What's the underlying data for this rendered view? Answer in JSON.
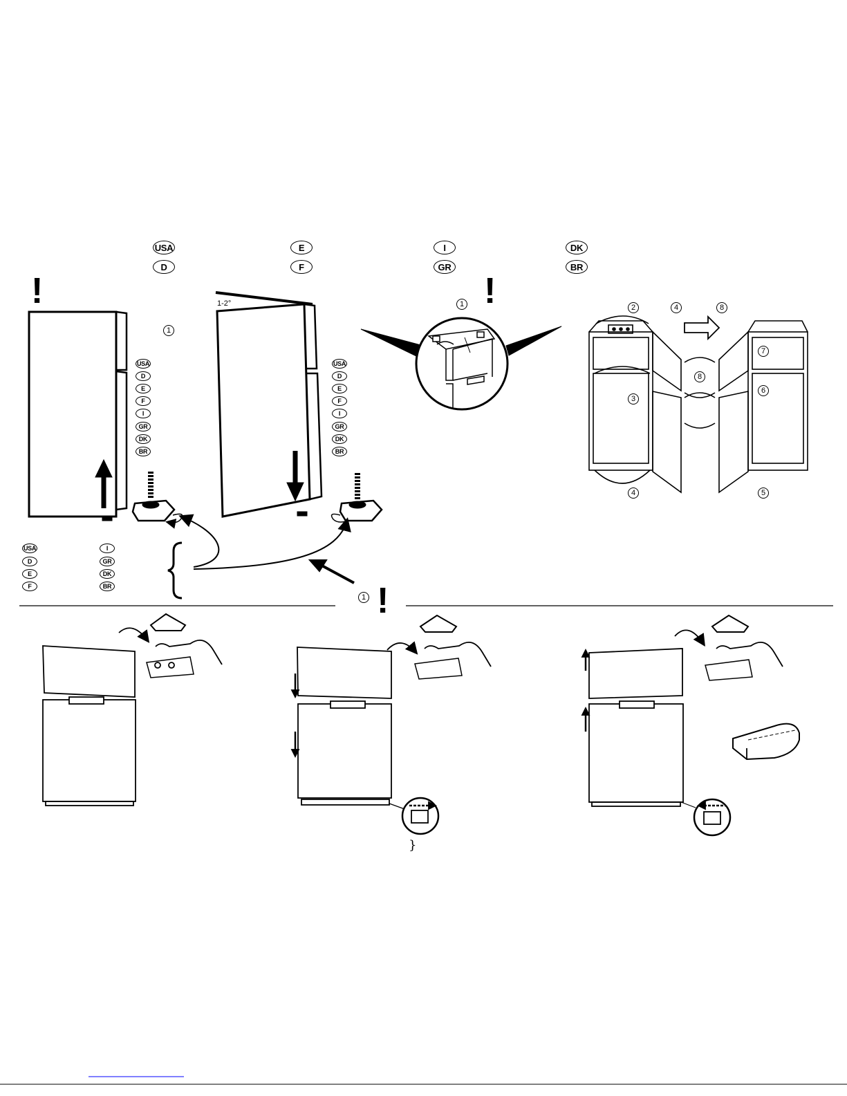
{
  "top_languages": {
    "row1": [
      "USA",
      "E",
      "I",
      "DK"
    ],
    "row2": [
      "D",
      "F",
      "GR",
      "BR"
    ]
  },
  "side_languages": [
    "USA",
    "D",
    "E",
    "F",
    "I",
    "GR",
    "DK",
    "BR"
  ],
  "bottom_languages": {
    "col1": [
      "USA",
      "D",
      "E",
      "F"
    ],
    "col2": [
      "I",
      "GR",
      "DK",
      "BR"
    ]
  },
  "step_marks": {
    "one": "1",
    "two": "2",
    "three": "3",
    "four": "4",
    "five": "5",
    "six": "6",
    "seven": "7",
    "eight": "8"
  },
  "warning_mark": "!",
  "tilt_angle": "1-2°",
  "brace_glyph": "}"
}
